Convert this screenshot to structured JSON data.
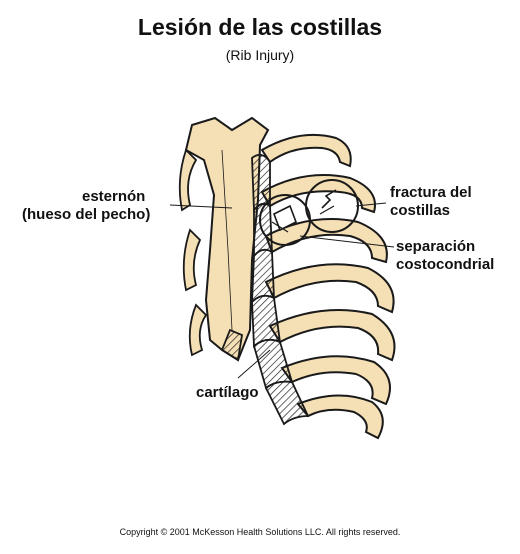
{
  "title": "Lesión de las costillas",
  "subtitle": "(Rib Injury)",
  "labels": {
    "sternum_line1": "esternón",
    "sternum_line2": "(hueso del pecho)",
    "fracture_line1": "fractura del",
    "fracture_line2": "costillas",
    "separation_line1": "separación",
    "separation_line2": "costocondrial",
    "cartilage": "cartílago"
  },
  "copyright": "Copyright © 2001 McKesson Health Solutions LLC.  All rights reserved.",
  "colors": {
    "bone": "#f5dfb4",
    "outline": "#1a1a1a",
    "background": "#ffffff"
  }
}
